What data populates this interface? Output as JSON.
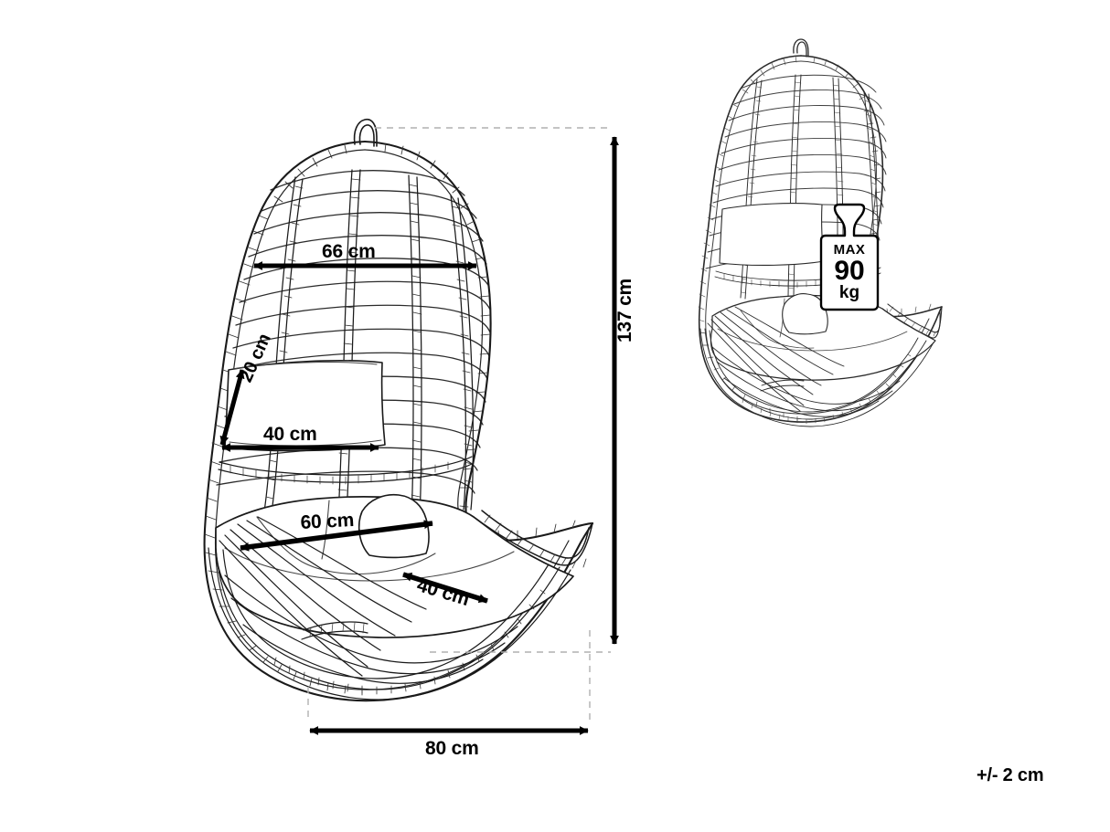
{
  "drawing": {
    "title": "Hanging egg chair dimension diagram",
    "background_color": "#ffffff",
    "line_color": "#1a1a1a",
    "dimension_color": "#000000",
    "guide_color": "#aaaaaa"
  },
  "dimensions": {
    "width_back": "66 cm",
    "height_total": "137 cm",
    "cushion_back_height": "20 cm",
    "cushion_back_width": "40 cm",
    "seat_width": "60 cm",
    "seat_depth": "40 cm",
    "base_width": "80 cm"
  },
  "tolerance": {
    "label": "+/- 2 cm"
  },
  "capacity_badge": {
    "max_label": "MAX",
    "value": "90",
    "unit": "kg",
    "icon": "weight-icon"
  },
  "views": {
    "main": {
      "name": "side-view-with-dimensions"
    },
    "secondary": {
      "name": "front-view-with-load-capacity"
    }
  }
}
